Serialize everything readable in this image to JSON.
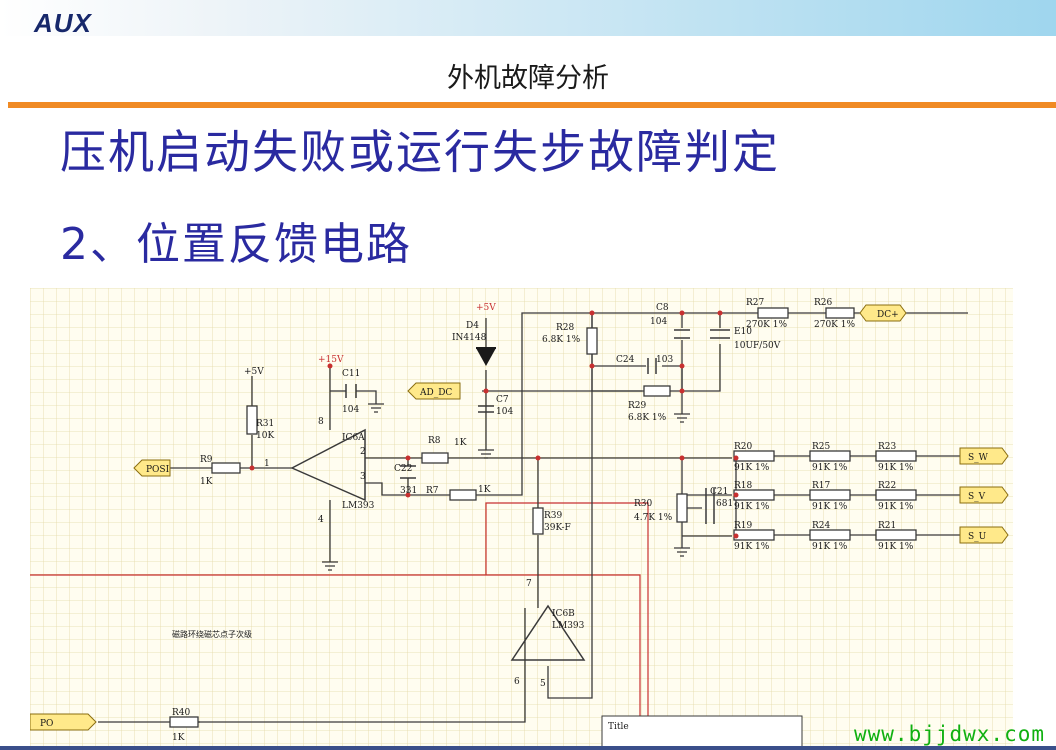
{
  "header": {
    "logo": "AUX",
    "title": "外机故障分析"
  },
  "headings": {
    "main": "压机启动失败或运行失步故障判定",
    "sub": "2、位置反馈电路"
  },
  "schematic": {
    "ports": {
      "dc_plus": "DC+",
      "ad_dc": "AD_DC",
      "posi": "POSI",
      "s_w": "S_W",
      "s_v": "S_V",
      "s_u": "S_U",
      "po": "PO"
    },
    "supplies": {
      "p5v": "+5V",
      "p15v": "+15V"
    },
    "components": {
      "r9": "R9",
      "r9_val": "1K",
      "r31": "R31",
      "r31_val": "10K",
      "c11": "C11",
      "c11_val": "104",
      "ic6a": "IC6A",
      "ic6a_part": "LM393",
      "d4": "D4",
      "d4_part": "IN4148",
      "c7": "C7",
      "c7_val": "104",
      "r8": "R8",
      "r8_val": "1K",
      "c22": "C22",
      "c22_val": "331",
      "r7": "R7",
      "r7_val": "1K",
      "r28": "R28",
      "r28_val": "6.8K 1%",
      "c8": "C8",
      "c8_val": "104",
      "c24": "C24",
      "c24_val": "103",
      "r29": "R29",
      "r29_val": "6.8K 1%",
      "e10": "E10",
      "e10_val": "10UF/50V",
      "r27": "R27",
      "r27_val": "270K 1%",
      "r26": "R26",
      "r26_val": "270K 1%",
      "r39": "R39",
      "r39_val": "39K-F",
      "r30": "R30",
      "r30_val": "4.7K 1%",
      "c21": "C21",
      "c21_val": "681",
      "r20": "R20",
      "r18": "R18",
      "r19": "R19",
      "r25": "R25",
      "r17": "R17",
      "r24": "R24",
      "r23": "R23",
      "r22": "R22",
      "r21": "R21",
      "r91": "91K 1%",
      "ic6b": "IC6B",
      "ic6b_part": "LM393",
      "r40": "R40",
      "r40_val": "1K"
    },
    "pins": {
      "p1": "1",
      "p2": "2",
      "p3": "3",
      "p4": "4",
      "p5": "5",
      "p6": "6",
      "p7": "7",
      "p8": "8"
    },
    "title_box": "Title",
    "note": "磁路环绕磁芯点子次级"
  },
  "watermark": "www.bjjdwx.com",
  "colors": {
    "heading": "#2a2aa0",
    "accent_line": "#f08a24",
    "grid": "#e4d9a6",
    "wire": "#3a3a3a",
    "port": "#ffe98a",
    "red_wire": "#c83030",
    "watermark": "#10b010"
  }
}
